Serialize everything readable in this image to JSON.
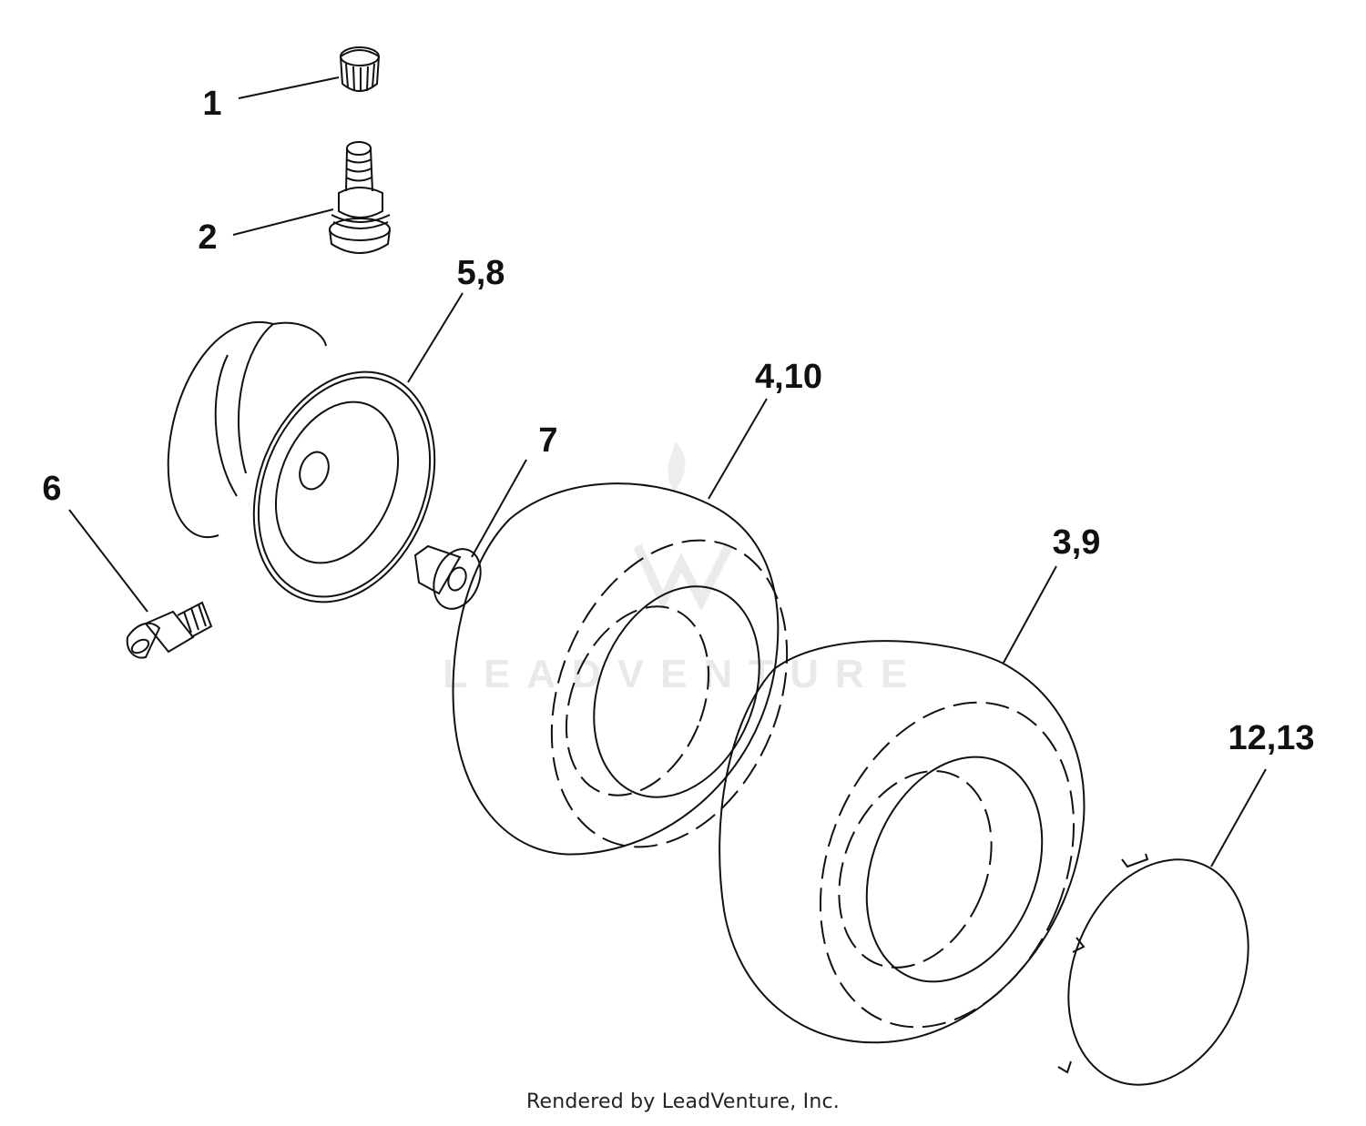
{
  "labels": {
    "item_1": "1",
    "item_2": "2",
    "item_5_8": "5,8",
    "item_4_10": "4,10",
    "item_7": "7",
    "item_6": "6",
    "item_3_9": "3,9",
    "item_12_13": "12,13"
  },
  "watermark": {
    "text": "LEADVENTURE"
  },
  "footer": {
    "credit": "Rendered by LeadVenture, Inc."
  }
}
